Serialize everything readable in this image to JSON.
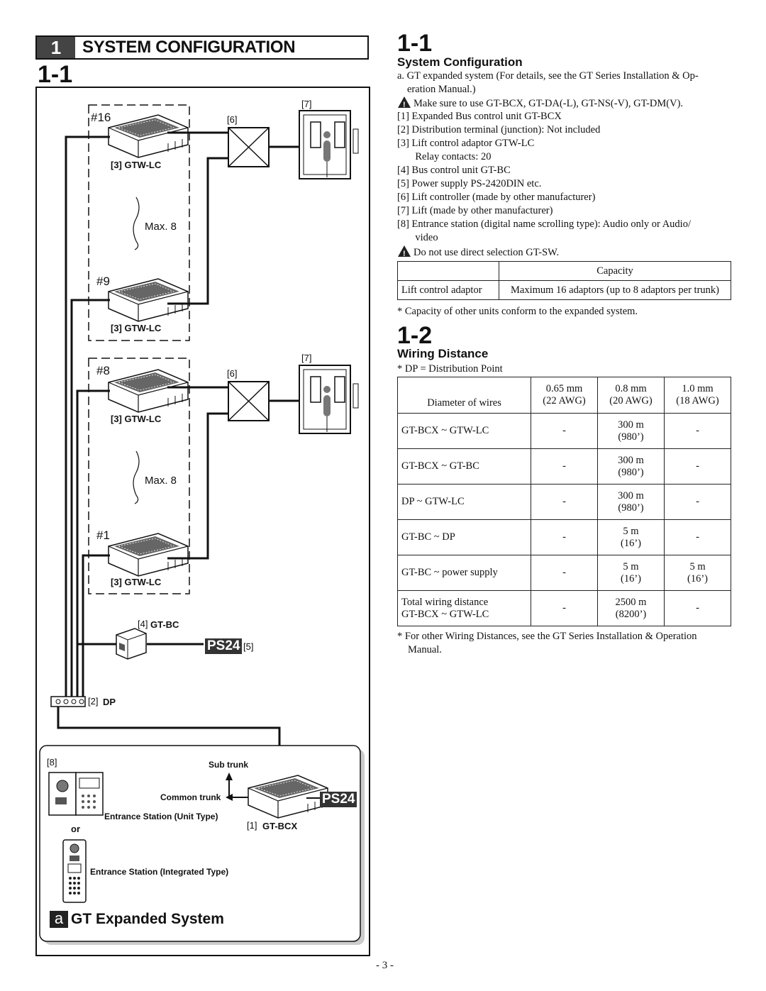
{
  "section": {
    "number": "1",
    "title": "SYSTEM CONFIGURATION"
  },
  "left_heading": "1-1",
  "diagram": {
    "labels": {
      "unit16": "#16",
      "unit9": "#9",
      "unit8": "#8",
      "unit1": "#1",
      "gtwlc": "[3] GTW-LC",
      "max8": "Max. 8",
      "lift_controller": "[6]",
      "lift": "[7]",
      "gtbc_num": "[4]",
      "gtbc": "GT-BC",
      "ps24": "PS24",
      "ps24_num": "[5]",
      "dp_num": "[2]",
      "dp": "DP",
      "entrance_num": "[8]",
      "sub_trunk": "Sub trunk",
      "common_trunk": "Common trunk",
      "entrance_unit": "Entrance Station (Unit Type)",
      "or": "or",
      "gtbcx_num": "[1]",
      "gtbcx": "GT-BCX",
      "entrance_integrated": "Entrance Station (Integrated Type)",
      "system_badge": "a",
      "system_name": "GT Expanded System"
    }
  },
  "right": {
    "heading1": "1-1",
    "sub1": "System Configuration",
    "intro_line1": "a. GT expanded system (For details, see the GT Series Installation & Op-",
    "intro_line2": "eration Manual.)",
    "warn1": "Make sure to use GT-BCX, GT-DA(-L), GT-NS(-V), GT-DM(V).",
    "items": [
      "[1]  Expanded Bus control unit GT-BCX",
      "[2]  Distribution terminal (junction): Not included",
      "[3]  Lift control adaptor GTW-LC",
      "       Relay contacts: 20",
      "[4]  Bus control unit GT-BC",
      "[5]  Power supply PS-2420DIN etc.",
      "[6]  Lift controller (made by other manufacturer)",
      "[7]  Lift (made by other manufacturer)",
      "[8]  Entrance station (digital name scrolling type): Audio only or Audio/",
      "       video"
    ],
    "warn2": "Do not use direct selection GT-SW.",
    "capacity_table": {
      "header": [
        "",
        "Capacity"
      ],
      "row": [
        "Lift control adaptor",
        "Maximum 16 adaptors (up to 8 adaptors per trunk)"
      ]
    },
    "capacity_note": "*  Capacity of other units conform to the expanded system.",
    "heading2": "1-2",
    "sub2": "Wiring Distance",
    "dp_note": "*  DP = Distribution Point",
    "wiring_table": {
      "header_label": "Diameter of wires",
      "columns": [
        {
          "mm": "0.65 mm",
          "awg": "(22 AWG)"
        },
        {
          "mm": "0.8 mm",
          "awg": "(20 AWG)"
        },
        {
          "mm": "1.0 mm",
          "awg": "(18 AWG)"
        }
      ],
      "rows": [
        {
          "label": "GT-BCX ~ GTW-LC",
          "c1": "-",
          "c2a": "300 m",
          "c2b": "(980’)",
          "c3a": "-",
          "c3b": ""
        },
        {
          "label": "GT-BCX ~ GT-BC",
          "c1": "-",
          "c2a": "300 m",
          "c2b": "(980’)",
          "c3a": "-",
          "c3b": ""
        },
        {
          "label": "DP ~ GTW-LC",
          "c1": "-",
          "c2a": "300 m",
          "c2b": "(980’)",
          "c3a": "-",
          "c3b": ""
        },
        {
          "label": "GT-BC ~ DP",
          "c1": "-",
          "c2a": "5 m",
          "c2b": "(16’)",
          "c3a": "-",
          "c3b": ""
        },
        {
          "label": "GT-BC ~ power supply",
          "c1": "-",
          "c2a": "5 m",
          "c2b": "(16’)",
          "c3a": "5 m",
          "c3b": "(16’)"
        },
        {
          "label": "Total wiring distance",
          "label2": "GT-BCX ~ GTW-LC",
          "c1": "-",
          "c2a": "2500 m",
          "c2b": "(8200’)",
          "c3a": "-",
          "c3b": ""
        }
      ]
    },
    "footnote_line1": "*  For other Wiring Distances, see the GT Series Installation & Operation",
    "footnote_line2": "Manual."
  },
  "page_number": "- 3 -"
}
